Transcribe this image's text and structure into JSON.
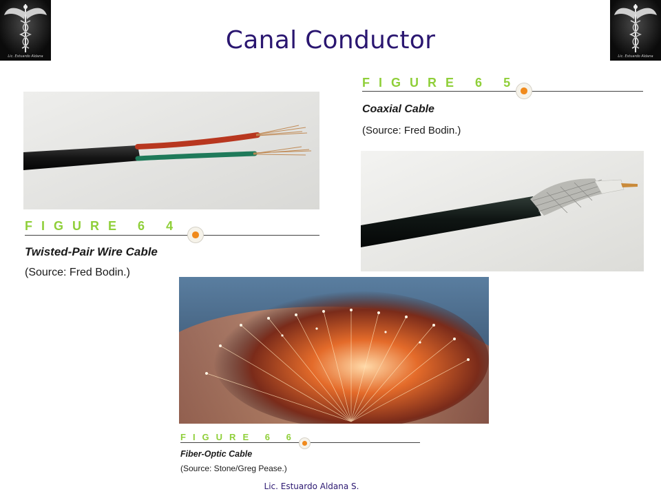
{
  "title": "Canal Conductor",
  "logo": {
    "caption": "Lic. Estuardo Aldana"
  },
  "figures": [
    {
      "label": "FIGURE",
      "major": "6",
      "minor": "4",
      "title": "Twisted-Pair Wire Cable",
      "source": "(Source: Fred Bodin.)"
    },
    {
      "label": "FIGURE",
      "major": "6",
      "minor": "5",
      "title": "Coaxial Cable",
      "source": "(Source: Fred Bodin.)"
    },
    {
      "label": "FIGURE",
      "major": "6",
      "minor": "6",
      "title": "Fiber-Optic Cable",
      "source": "(Source: Stone/Greg Pease.)"
    }
  ],
  "footer": "Lic. Estuardo Aldana S.",
  "colors": {
    "title": "#2a1670",
    "figure_label": "#8fcf39",
    "figure_dot": "#f08a1c"
  }
}
